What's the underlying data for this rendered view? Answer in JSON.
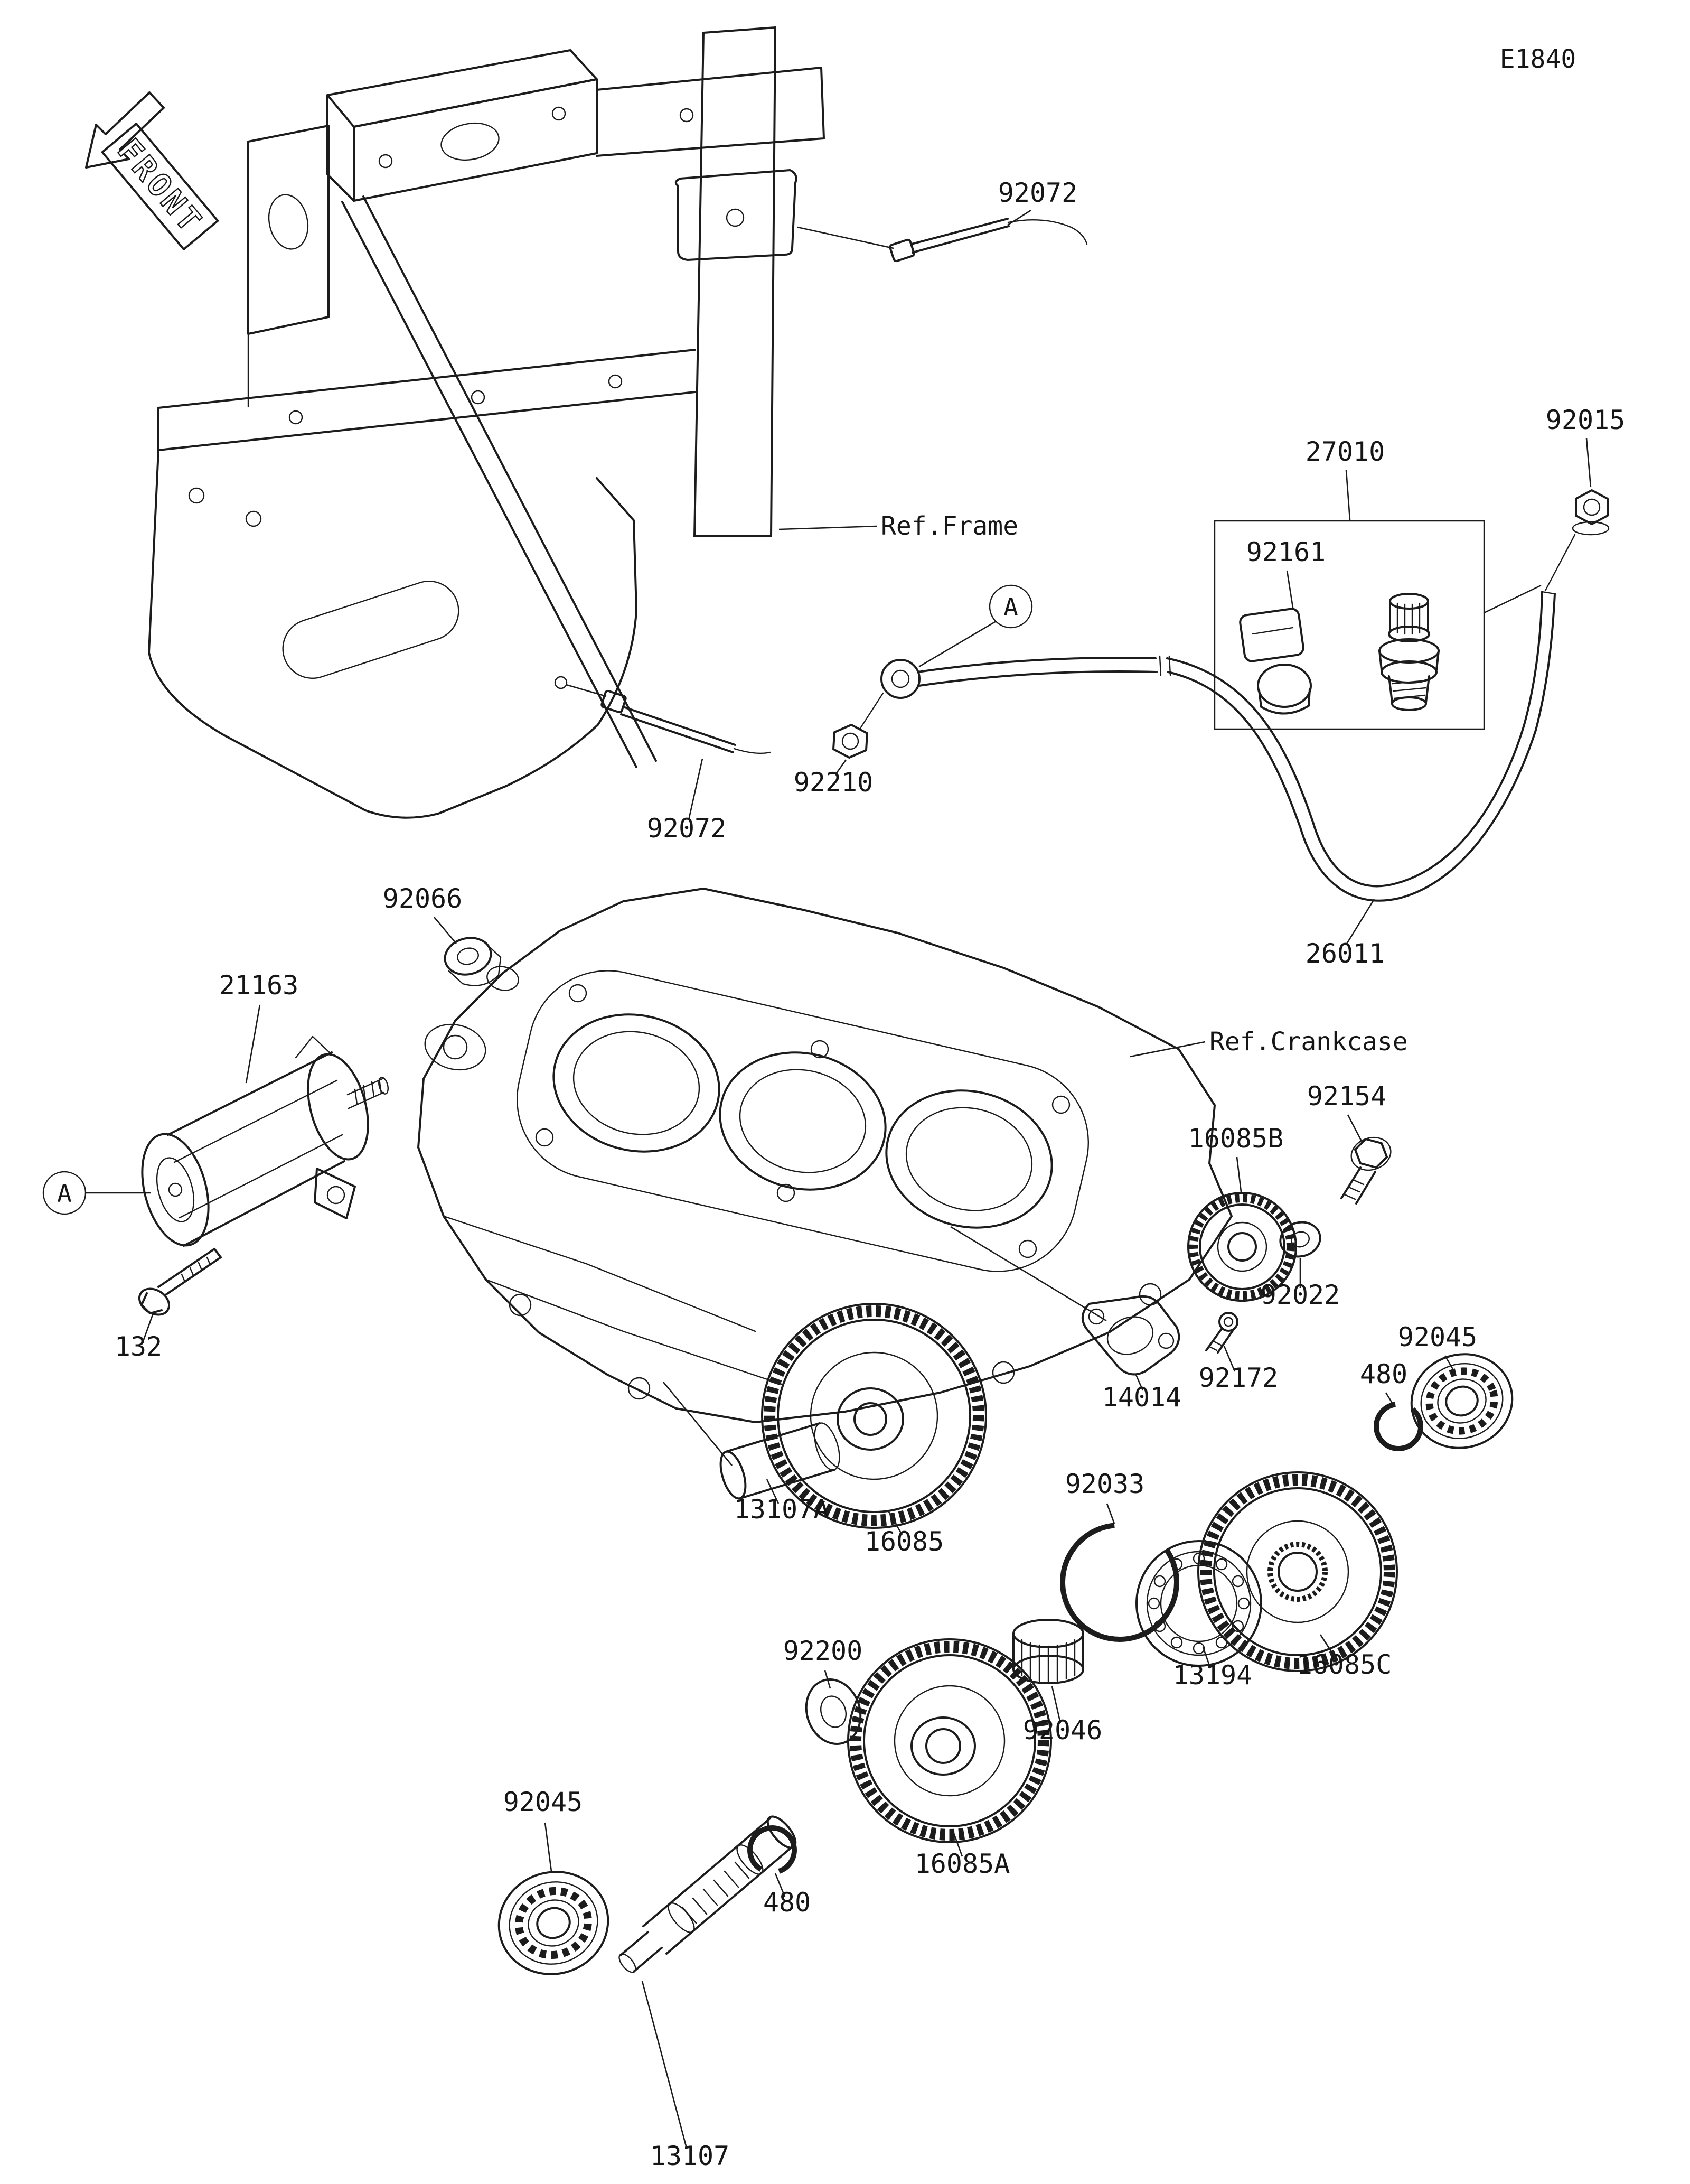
{
  "page": {
    "code": "E1840"
  },
  "orientation": {
    "label": "FRONT"
  },
  "references": {
    "frame": "Ref.Frame",
    "crankcase": "Ref.Crankcase"
  },
  "callouts": {
    "a_pipe": "A",
    "a_starter": "A"
  },
  "parts": [
    {
      "label": "92072"
    },
    {
      "label": "92015"
    },
    {
      "label": "27010"
    },
    {
      "label": "92161"
    },
    {
      "label": "92210"
    },
    {
      "label": "92072"
    },
    {
      "label": "26011"
    },
    {
      "label": "92066"
    },
    {
      "label": "21163"
    },
    {
      "label": "92154"
    },
    {
      "label": "16085B"
    },
    {
      "label": "132"
    },
    {
      "label": "92022"
    },
    {
      "label": "92045"
    },
    {
      "label": "480"
    },
    {
      "label": "14014"
    },
    {
      "label": "92172"
    },
    {
      "label": "13107A"
    },
    {
      "label": "16085"
    },
    {
      "label": "92033"
    },
    {
      "label": "13194"
    },
    {
      "label": "16085C"
    },
    {
      "label": "92200"
    },
    {
      "label": "92046"
    },
    {
      "label": "16085A"
    },
    {
      "label": "92045"
    },
    {
      "label": "480"
    },
    {
      "label": "13107"
    }
  ]
}
